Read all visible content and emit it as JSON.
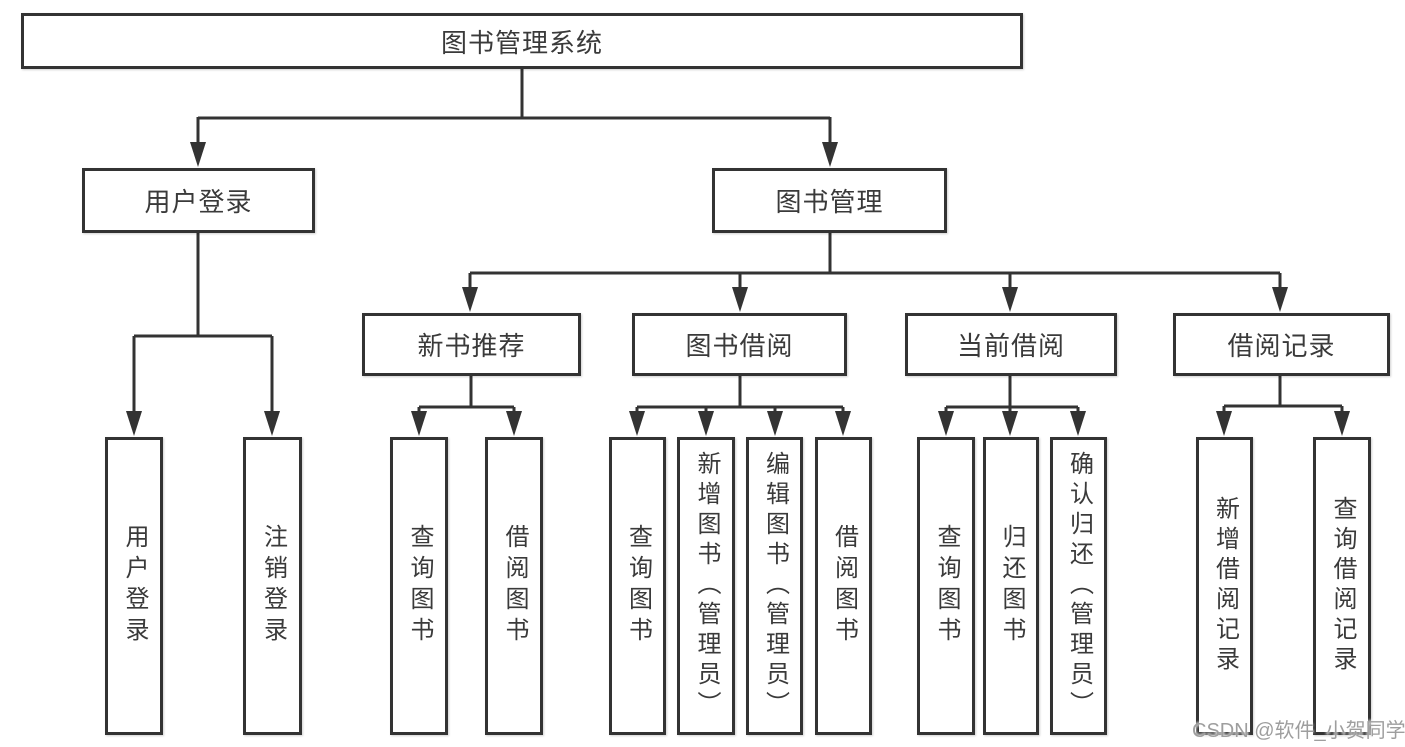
{
  "diagram": {
    "type": "hierarchy-tree",
    "root": "图书管理系统",
    "level2": [
      "用户登录",
      "图书管理"
    ],
    "level3": [
      "新书推荐",
      "图书借阅",
      "当前借阅",
      "借阅记录"
    ],
    "leaves": [
      "用户登录",
      "注销登录",
      "查询图书",
      "借阅图书",
      "查询图书",
      "新增图书（管理员）",
      "编辑图书（管理员）",
      "借阅图书",
      "查询图书",
      "归还图书",
      "确认归还（管理员）",
      "新增借阅记录",
      "查询借阅记录"
    ],
    "hierarchy": {
      "图书管理系统": {
        "用户登录": [
          "用户登录",
          "注销登录"
        ],
        "图书管理": {
          "新书推荐": [
            "查询图书",
            "借阅图书"
          ],
          "图书借阅": [
            "查询图书",
            "新增图书（管理员）",
            "编辑图书（管理员）",
            "借阅图书"
          ],
          "当前借阅": [
            "查询图书",
            "归还图书",
            "确认归还（管理员）"
          ],
          "借阅记录": [
            "新增借阅记录",
            "查询借阅记录"
          ]
        }
      }
    },
    "watermark": "CSDN @软件_小贺同学",
    "colors": {
      "line": "#333333",
      "box_border": "#333333",
      "box_background": "#ffffff",
      "text": "#3a3a3a",
      "watermark": "#9e9e9e",
      "page_background": "#ffffff"
    }
  }
}
